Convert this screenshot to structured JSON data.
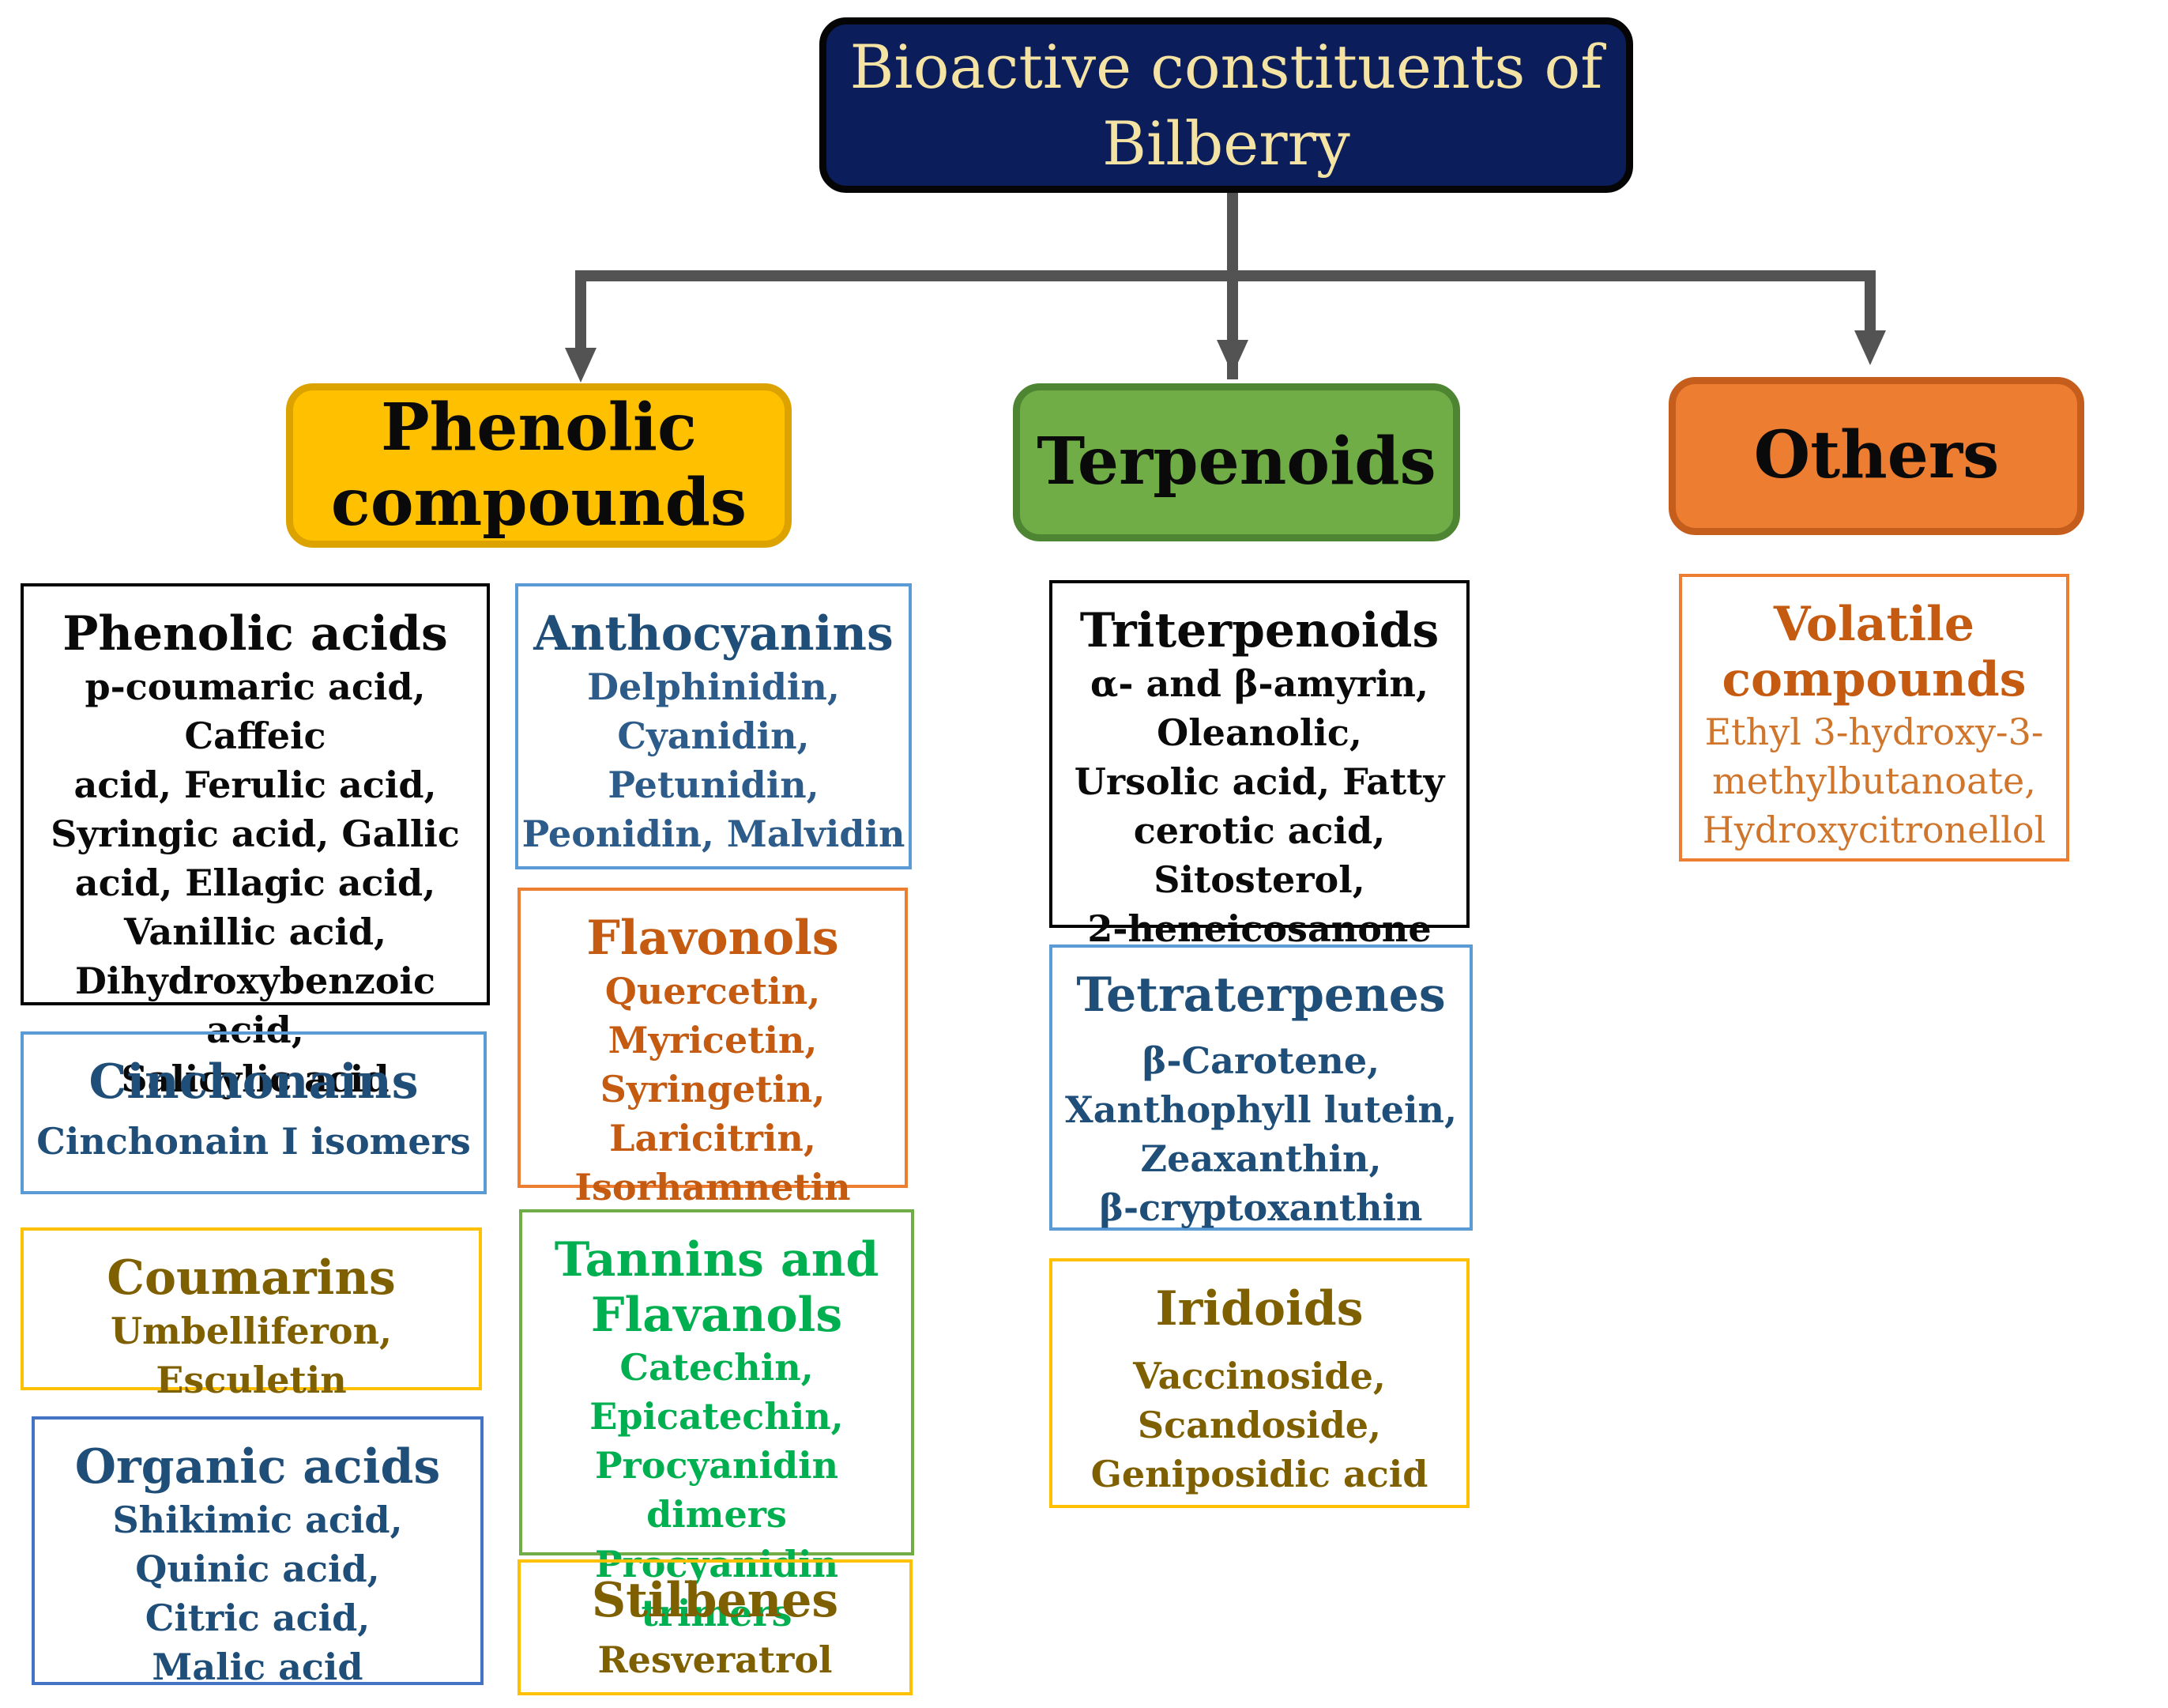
{
  "root": {
    "title_line1": "Bioactive constituents of",
    "title_line2": "Bilberry",
    "bg": "#0b1e5b",
    "text_color": "#f4e3a3"
  },
  "categories": {
    "phenolic": {
      "line1": "Phenolic",
      "line2": "compounds",
      "color": "#ffc000"
    },
    "terpenoids": {
      "label": "Terpenoids",
      "color": "#70ad47"
    },
    "others": {
      "label": "Others",
      "color": "#ed7d31"
    }
  },
  "boxes": {
    "phenolic_acids": {
      "title": "Phenolic acids",
      "items": [
        "p-coumaric acid, Caffeic",
        "acid, Ferulic acid,",
        "Syringic acid, Gallic",
        "acid, Ellagic acid,",
        "Vanillic acid,",
        "Dihydroxybenzoic acid,",
        "Salicylic acid"
      ]
    },
    "cinchonains": {
      "title": "Cinchonains",
      "items": [
        "Cinchonain I isomers"
      ]
    },
    "coumarins": {
      "title": "Coumarins",
      "items": [
        "Umbelliferon,",
        "Esculetin"
      ]
    },
    "organic_acids": {
      "title": "Organic acids",
      "items": [
        "Shikimic acid,",
        "Quinic acid,",
        "Citric acid,",
        "Malic acid"
      ]
    },
    "anthocyanins": {
      "title": "Anthocyanins",
      "items": [
        "Delphinidin,",
        "Cyanidin,",
        "Petunidin,",
        "Peonidin, Malvidin"
      ]
    },
    "flavonols": {
      "title": "Flavonols",
      "items": [
        "Quercetin,",
        "Myricetin,",
        "Syringetin,",
        "Laricitrin,",
        "Isorhamnetin"
      ]
    },
    "tannins": {
      "title_line1": "Tannins and",
      "title_line2": "Flavanols",
      "items": [
        "Catechin,",
        "Epicatechin,",
        "Procyanidin dimers",
        "Procyanidin trimers"
      ]
    },
    "stilbenes": {
      "title": "Stilbenes",
      "items": [
        "Resveratrol"
      ]
    },
    "triterpenoids": {
      "title": "Triterpenoids",
      "items": [
        "α- and β-amyrin,",
        "Oleanolic,",
        "Ursolic acid, Fatty",
        "cerotic acid,",
        "Sitosterol,",
        "2-heneicosanone"
      ]
    },
    "tetraterpenes": {
      "title": "Tetraterpenes",
      "items": [
        "β-Carotene,",
        "Xanthophyll lutein,",
        "Zeaxanthin,",
        "β-cryptoxanthin"
      ]
    },
    "iridoids": {
      "title": "Iridoids",
      "items": [
        "Vaccinoside,",
        "Scandoside,",
        "Geniposidic acid"
      ]
    },
    "volatile": {
      "title_line1": "Volatile",
      "title_line2": "compounds",
      "items": [
        "Ethyl 3-hydroxy-3-",
        "methylbutanoate,",
        "Hydroxycitronellol"
      ]
    }
  }
}
